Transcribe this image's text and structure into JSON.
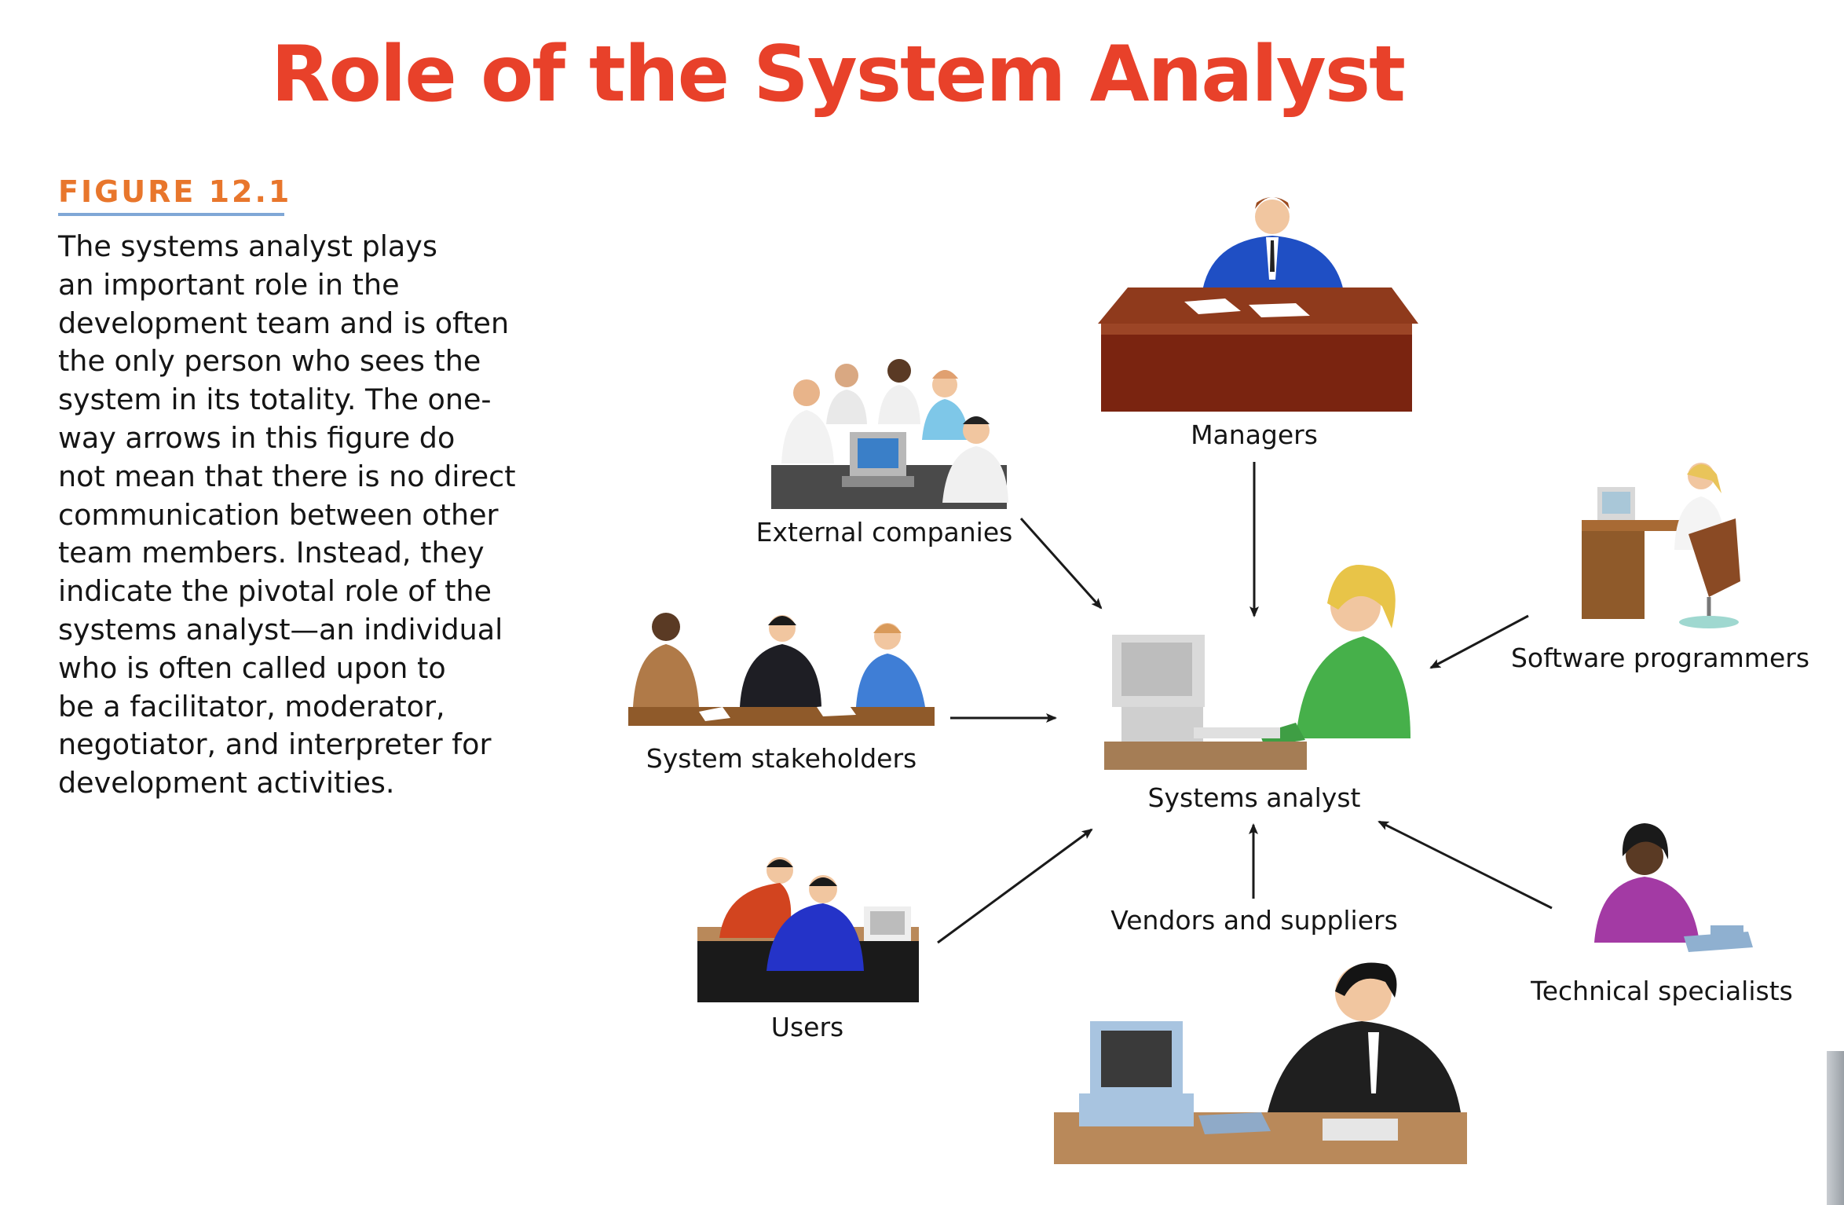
{
  "slide": {
    "title": "Role of the System Analyst",
    "figure_label": "FIGURE 12.1",
    "caption_lines": [
      "The systems analyst plays",
      "an important role in the",
      "development team and is often",
      "the only person who sees the",
      "system in its totality. The one-",
      "way arrows in this figure do",
      "not mean that there is no direct",
      "communication between other",
      "team members. Instead, they",
      "indicate the pivotal role of the",
      "systems analyst—an individual",
      "who is often called upon to",
      "be a facilitator, moderator,",
      "negotiator, and interpreter for",
      "development activities."
    ]
  },
  "diagram": {
    "center": "Systems analyst",
    "nodes": {
      "managers": "Managers",
      "external_companies": "External companies",
      "software_programmers": "Software programmers",
      "system_stakeholders": "System stakeholders",
      "users": "Users",
      "vendors_and_suppliers": "Vendors and suppliers",
      "technical_specialists": "Technical specialists"
    }
  },
  "colors": {
    "title": "#e8412a",
    "figure_label": "#e8762c",
    "figure_underline": "#7fa7d6",
    "text": "#151515",
    "arrow": "#1a1a1a"
  }
}
